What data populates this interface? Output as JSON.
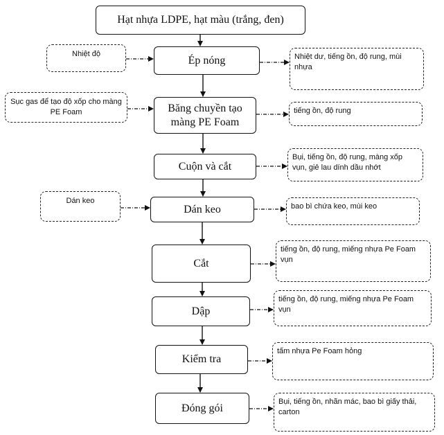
{
  "diagram": {
    "title": "Hạt nhựa LDPE, hạt màu (trắng, đen)",
    "steps": [
      {
        "label": "Ép nóng",
        "input": "Nhiệt độ",
        "output": "Nhiệt dư, tiếng ồn, độ rung, mùi nhựa"
      },
      {
        "label": "Băng chuyền tạo màng PE Foam",
        "input": "Sục gas để tạo độ xốp cho màng PE Foam",
        "output": "tiếng ồn, độ rung"
      },
      {
        "label": "Cuộn và cắt",
        "input": "",
        "output": "Bụi, tiếng ồn, độ rung, màng xốp vụn, giẻ lau dính dầu nhớt"
      },
      {
        "label": "Dán keo",
        "input": "Dán keo",
        "output": "bao bì chứa keo, mùi keo"
      },
      {
        "label": "Cắt",
        "input": "",
        "output": "tiếng ồn, độ rung, miếng nhựa Pe Foam vụn"
      },
      {
        "label": "Dập",
        "input": "",
        "output": "tiếng ồn, độ rung, miếng nhựa Pe Foam vụn"
      },
      {
        "label": "Kiểm tra",
        "input": "",
        "output": "tấm nhựa Pe Foam hỏng"
      },
      {
        "label": "Đóng gói",
        "input": "",
        "output": "Bụi, tiếng ồn, nhãn mác, bao bì giấy thải, carton"
      }
    ]
  }
}
